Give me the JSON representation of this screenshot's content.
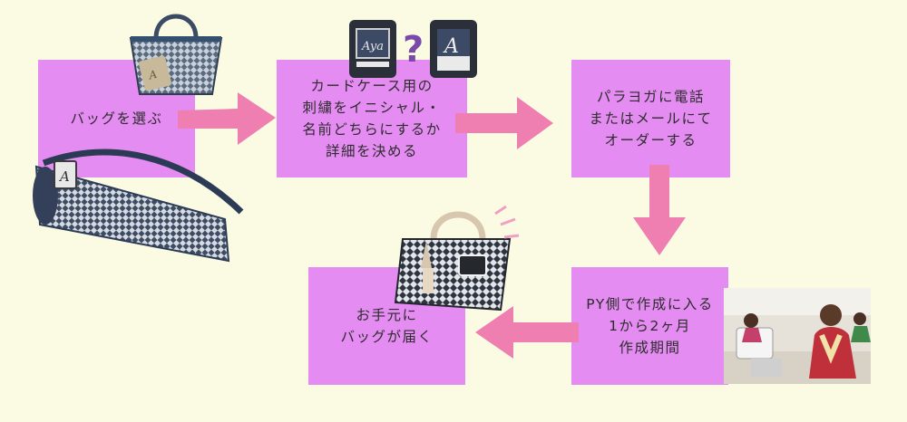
{
  "steps": {
    "step1": {
      "lines": [
        "バッグを選ぶ"
      ]
    },
    "step2": {
      "lines": [
        "カードケース用の",
        "刺繍をイニシャル・",
        "名前どちらにするか",
        "詳細を決める"
      ]
    },
    "step3": {
      "lines": [
        "パラヨガに電話",
        "またはメールにて",
        "オーダーする"
      ]
    },
    "step4": {
      "lines": [
        "PY側で作成に入る",
        "1から2ヶ月",
        "作成期間"
      ]
    },
    "step5": {
      "lines": [
        "お手元に",
        "バッグが届く"
      ]
    }
  },
  "cards": {
    "name_option": "Aya",
    "initial_option": "A",
    "question_mark": "?"
  },
  "bag_tag_initial": "A",
  "colors": {
    "background": "#fbfbe4",
    "box": "#e58cf2",
    "arrow": "#ee7fb0",
    "question_mark": "#7b4aa8"
  }
}
